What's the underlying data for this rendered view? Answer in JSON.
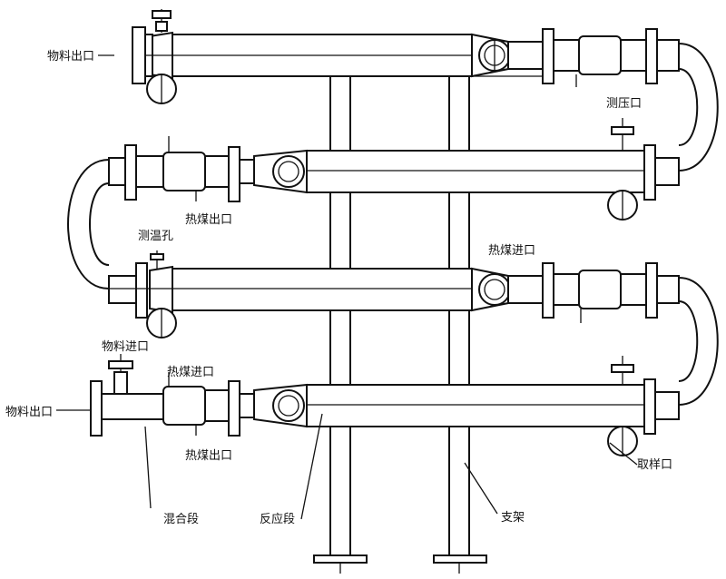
{
  "labels": {
    "material_outlet_top": "物料出口",
    "pressure_port": "测压口",
    "heat_medium_outlet_1": "热煤出口",
    "temp_hole": "测温孔",
    "heat_medium_inlet_1": "热煤进口",
    "material_inlet": "物料进口",
    "heat_medium_inlet_2": "热煤进口",
    "material_outlet_bottom": "物料出口",
    "heat_medium_outlet_2": "热煤出口",
    "sampling_port": "取样口",
    "mixing_section": "混合段",
    "reaction_section": "反应段",
    "support": "支架"
  }
}
